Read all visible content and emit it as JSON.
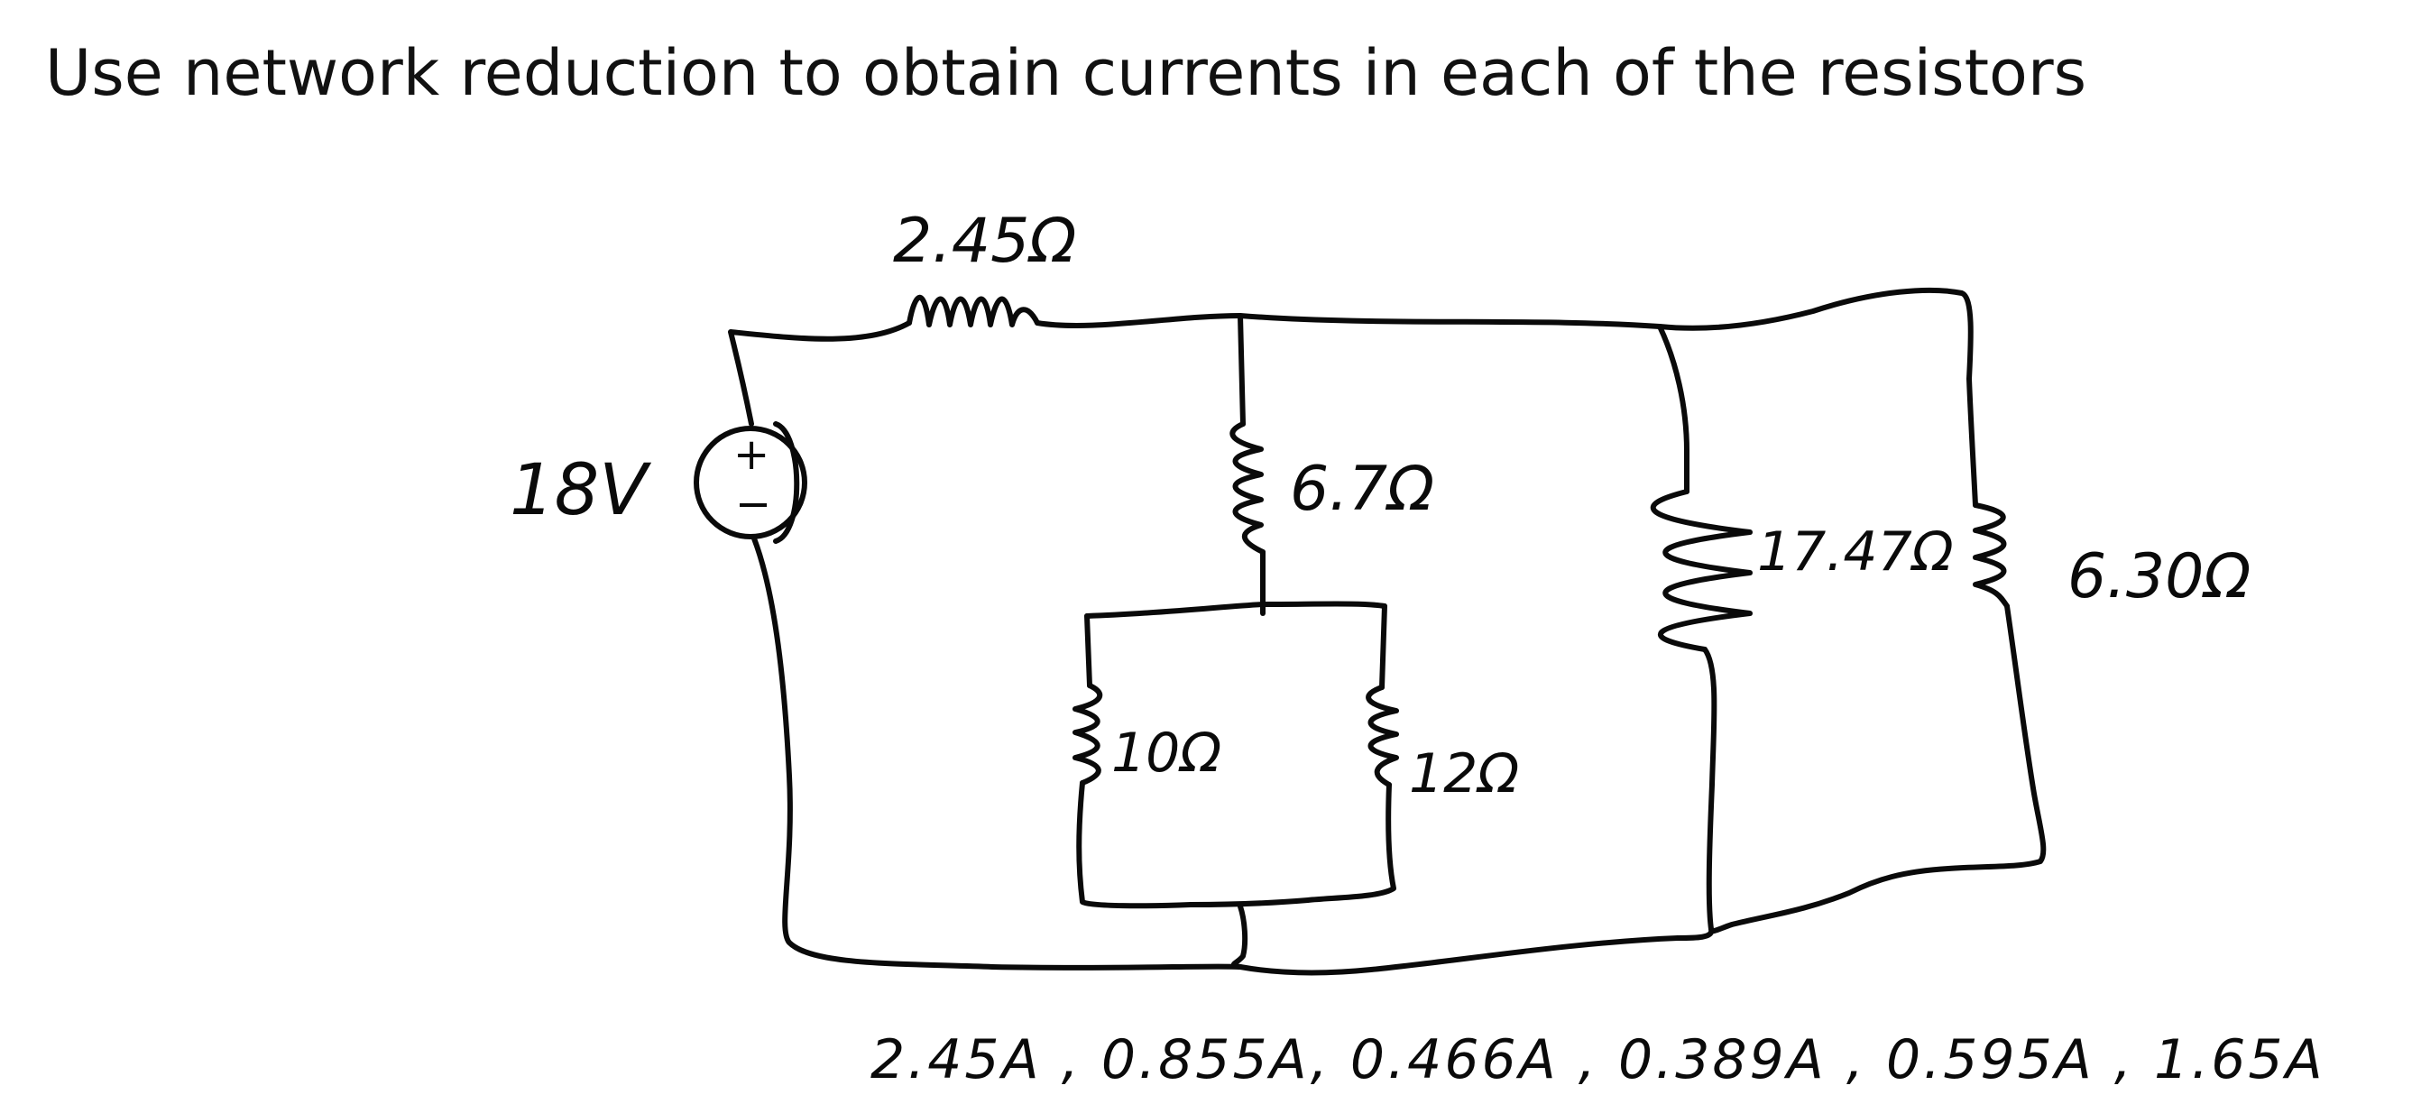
{
  "title": "Use network reduction to obtain currents in each of the resistors",
  "source": {
    "voltage": "18V",
    "plus": "+",
    "minus": "−"
  },
  "resistors": {
    "r_series": "2.45Ω",
    "r_middle": "6.7Ω",
    "r_left_parallel": "10Ω",
    "r_right_parallel": "12Ω",
    "r_third_branch": "17.47Ω",
    "r_fourth_branch": "6.30Ω"
  },
  "answers": "2.45A , 0.855A, 0.466A , 0.389A , 0.595A , 1.65A"
}
